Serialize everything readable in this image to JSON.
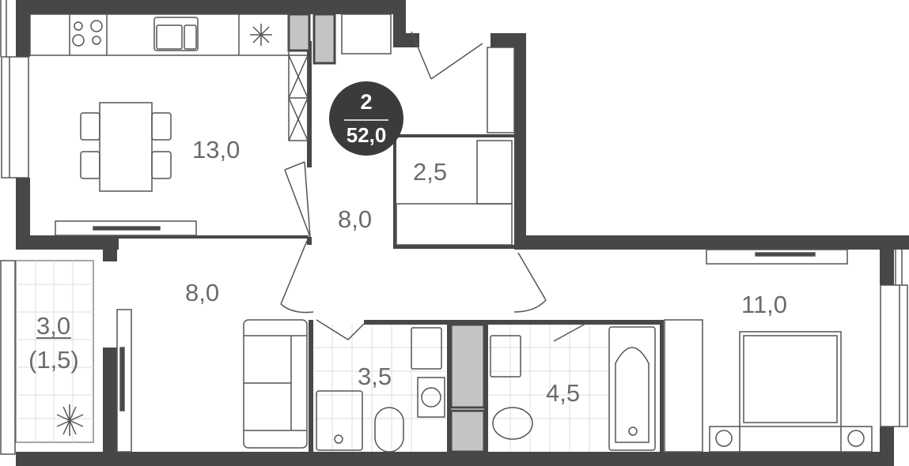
{
  "apartment": {
    "rooms_count": "2",
    "total_area": "52,0",
    "badge_color": "#3b3b3b"
  },
  "rooms": {
    "kitchen": "13,0",
    "hall": "8,0",
    "storage": "2,5",
    "living": "8,0",
    "balcony_area": "3,0",
    "balcony_reduced": "(1,5)",
    "bathroom1": "3,5",
    "bathroom2": "4,5",
    "bedroom": "11,0"
  },
  "colors": {
    "wall": "#474747",
    "shaft": "#c4c4c4",
    "label": "#6b6b6b"
  }
}
